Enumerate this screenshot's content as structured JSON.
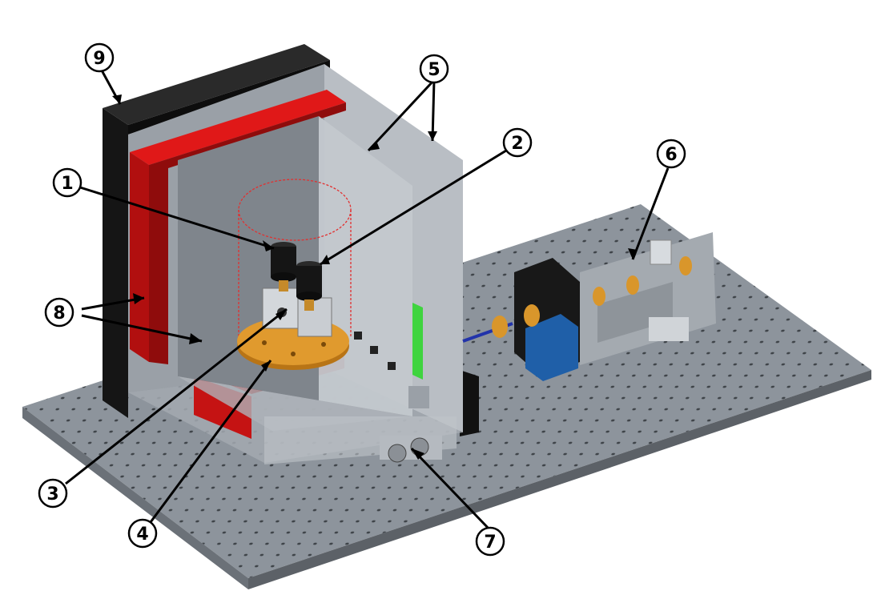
{
  "callouts": [
    {
      "id": "1",
      "label": "1"
    },
    {
      "id": "2",
      "label": "2"
    },
    {
      "id": "3",
      "label": "3"
    },
    {
      "id": "4",
      "label": "4"
    },
    {
      "id": "5",
      "label": "5"
    },
    {
      "id": "6",
      "label": "6"
    },
    {
      "id": "7",
      "label": "7"
    },
    {
      "id": "8",
      "label": "8"
    },
    {
      "id": "9",
      "label": "9"
    }
  ],
  "colors": {
    "table": "#8d949c",
    "table_edge": "#6b7178",
    "panel_light": "#b9bec4",
    "panel_mid": "#9aa0a7",
    "panel_dark": "#7f858c",
    "shield_black": "#111111",
    "shield_red": "#d11414",
    "shield_red_dark": "#8f0c0c",
    "brass": "#d9962b",
    "green_beam": "#3fd43f",
    "detector_blue": "#1f5fa8"
  }
}
